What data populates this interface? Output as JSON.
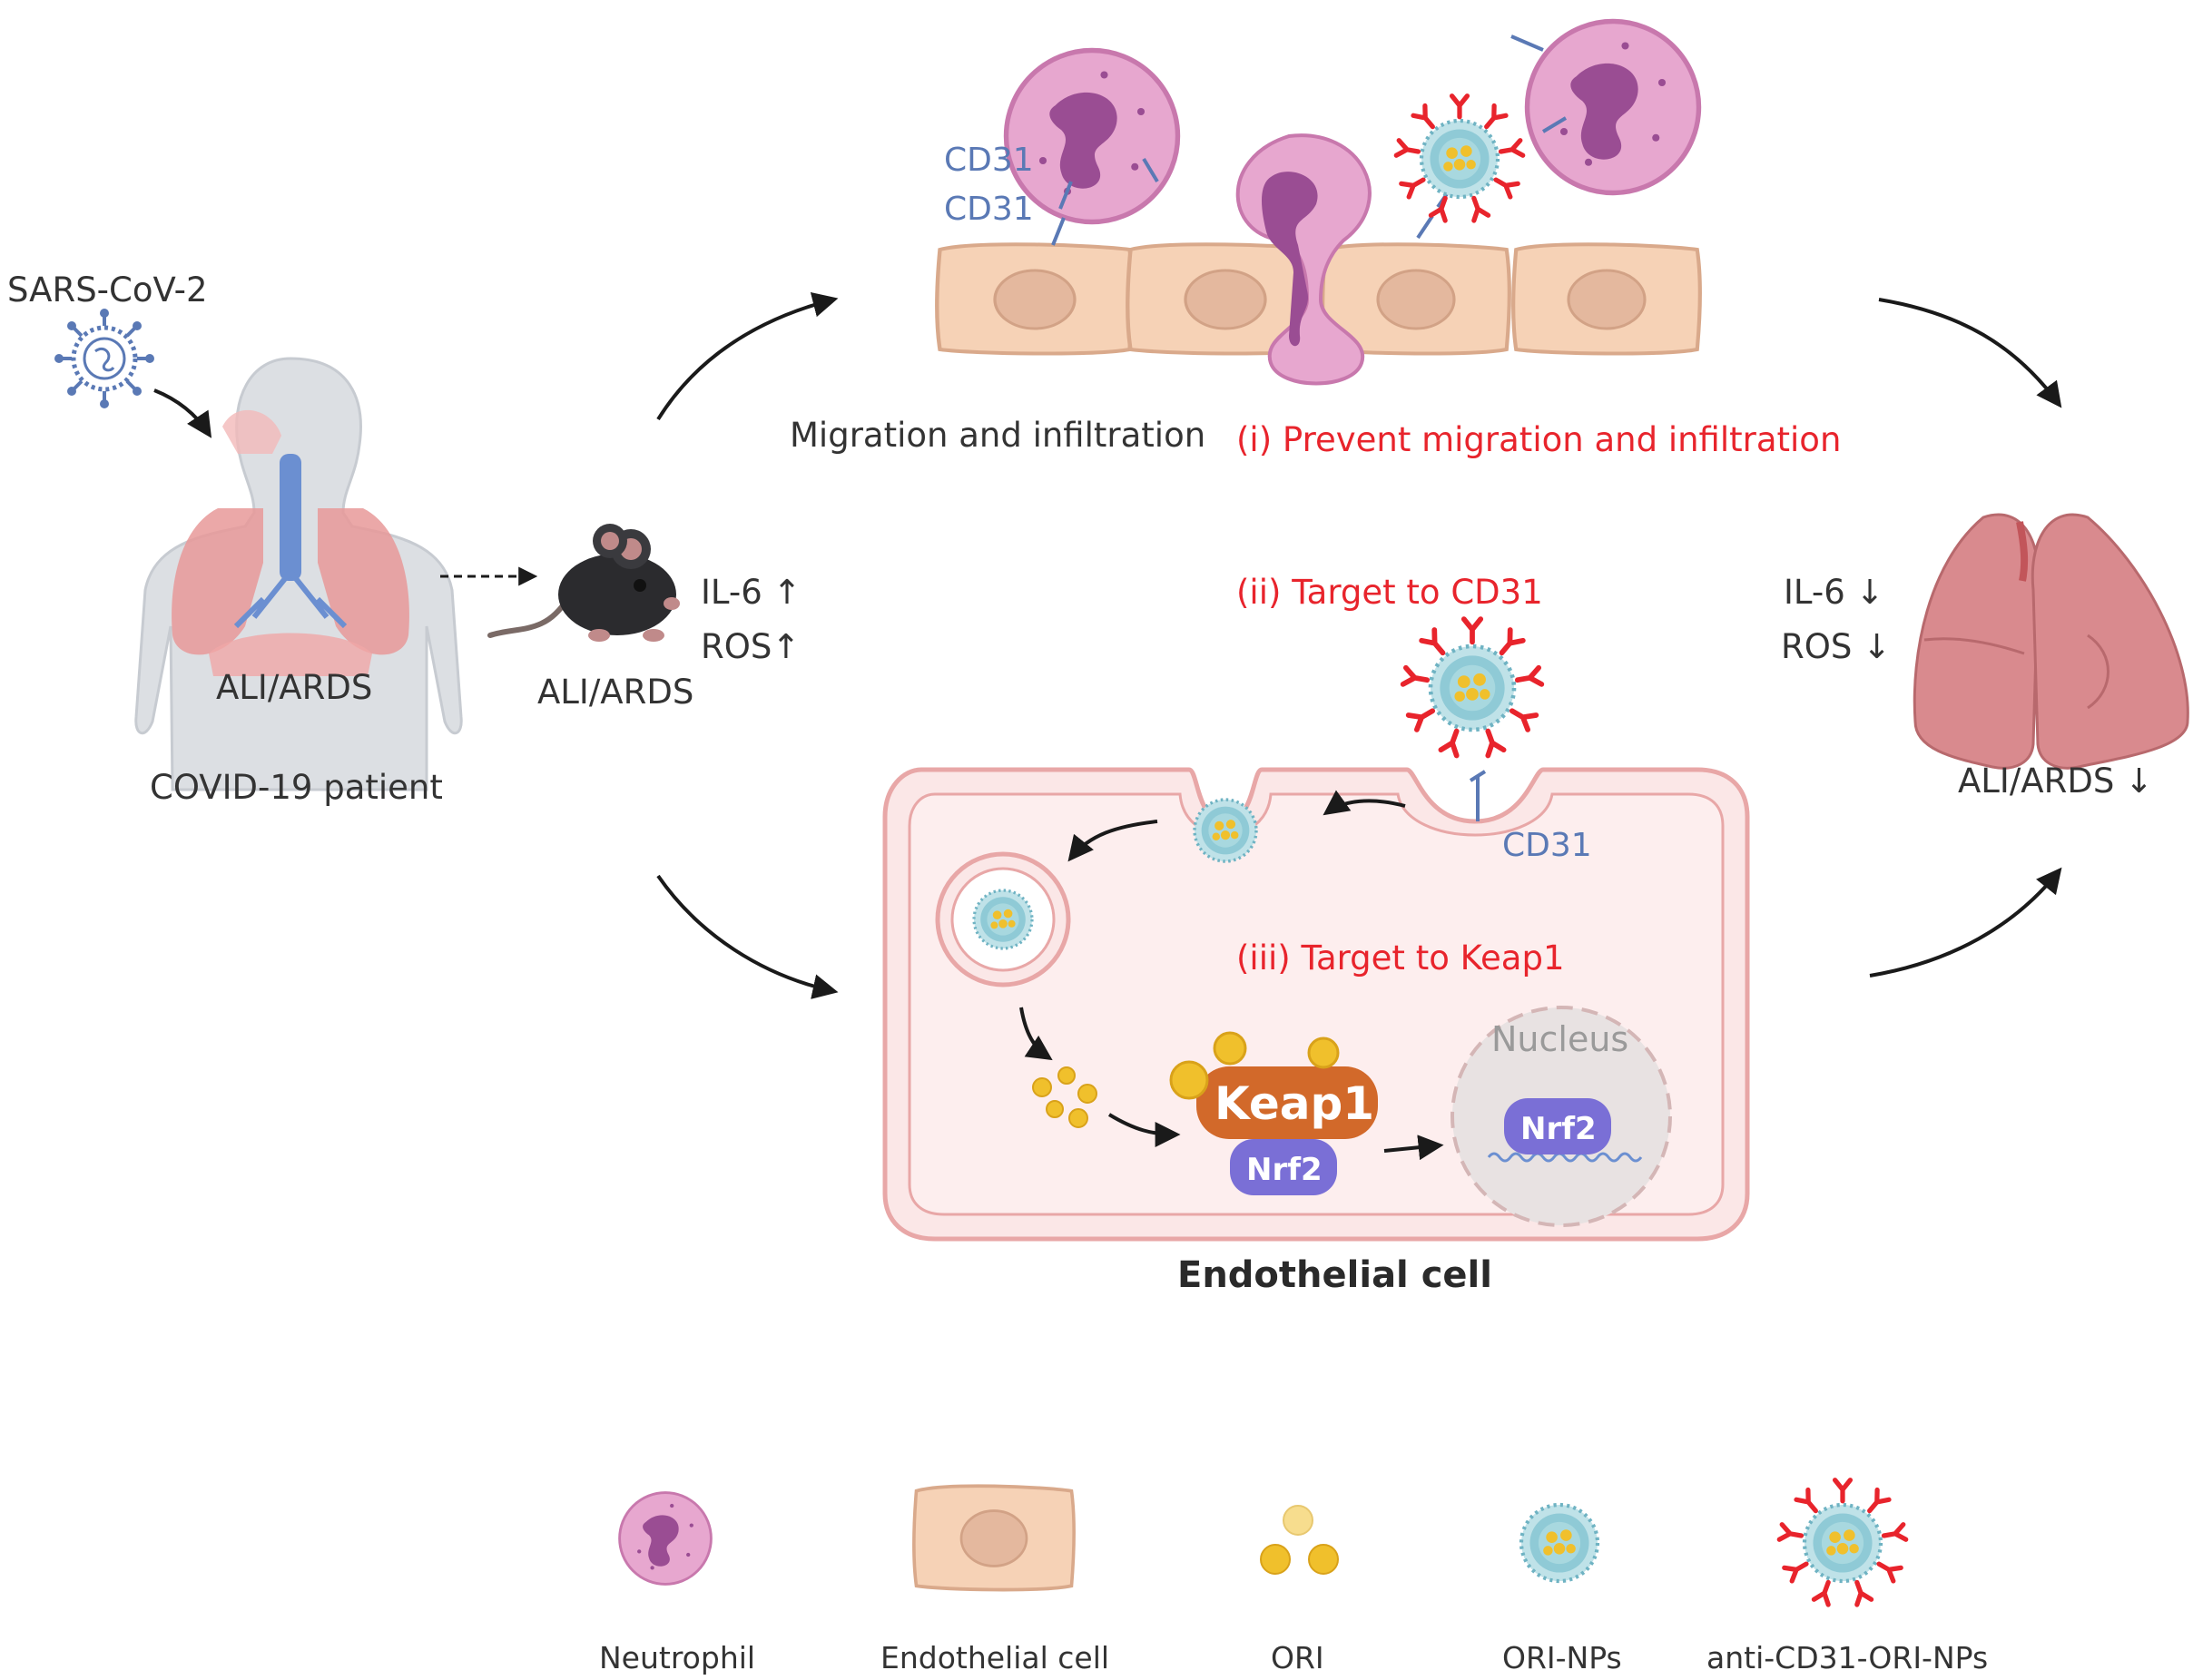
{
  "patient": {
    "virus_label": "SARS-CoV-2",
    "condition_label": "ALI/ARDS",
    "caption": "COVID-19 patient"
  },
  "mouse": {
    "condition_label": "ALI/ARDS",
    "il6": "IL-6 ↑",
    "ros": "ROS↑"
  },
  "migration": {
    "label": "Migration and infiltration",
    "cd31_a": "CD31",
    "cd31_b": "CD31",
    "step_i": "(i) Prevent  migration and infiltration"
  },
  "targeting": {
    "step_ii": "(ii) Target to CD31",
    "cd31": "CD31",
    "step_iii": "(iii) Target to Keap1",
    "keap1": "Keap1",
    "nrf2_cyto": "Nrf2",
    "nucleus": "Nucleus",
    "nrf2_nuc": "Nrf2",
    "cell_caption": "Endothelial cell"
  },
  "outcome": {
    "il6": "IL-6 ↓",
    "ros": "ROS ↓",
    "condition": "ALI/ARDS ↓"
  },
  "legend": {
    "items": [
      "Neutrophil",
      "Endothelial cell",
      "ORI",
      "ORI-NPs",
      "anti-CD31-ORI-NPs"
    ]
  },
  "colors": {
    "accent_red": "#e8242c",
    "cd31_blue": "#5a79b5",
    "neutrophil": "#e7a7cf",
    "endothelial": "#f6d2b6",
    "keap1": "#d2692a",
    "nrf2": "#7a6fd6",
    "ori": "#f0c02c"
  }
}
